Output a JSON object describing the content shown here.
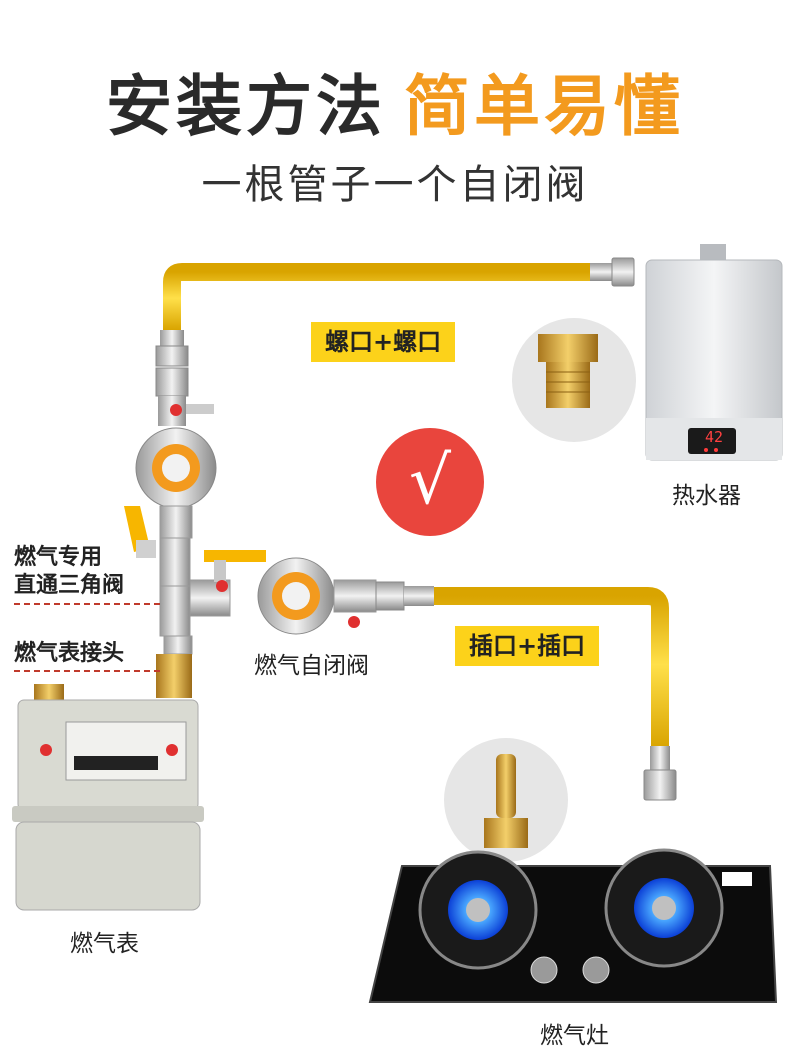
{
  "title": {
    "part1": "安装方法",
    "part2": "简单易懂"
  },
  "subtitle": "一根管子一个自闭阀",
  "tags": {
    "screw": "螺口+螺口",
    "plug": "插口+插口"
  },
  "labels": {
    "heater": "热水器",
    "meter": "燃气表",
    "stove": "燃气灶",
    "selfclose_valve": "燃气自闭阀",
    "angle_valve_line1": "燃气专用",
    "angle_valve_line2": "直通三角阀",
    "meter_joint": "燃气表接头"
  },
  "heater_display": "42",
  "check_mark": "√",
  "colors": {
    "accent_orange": "#f39a1e",
    "tag_yellow": "#fcd21a",
    "pipe_yellow": "#f5c518",
    "check_red": "#e9453d"
  }
}
